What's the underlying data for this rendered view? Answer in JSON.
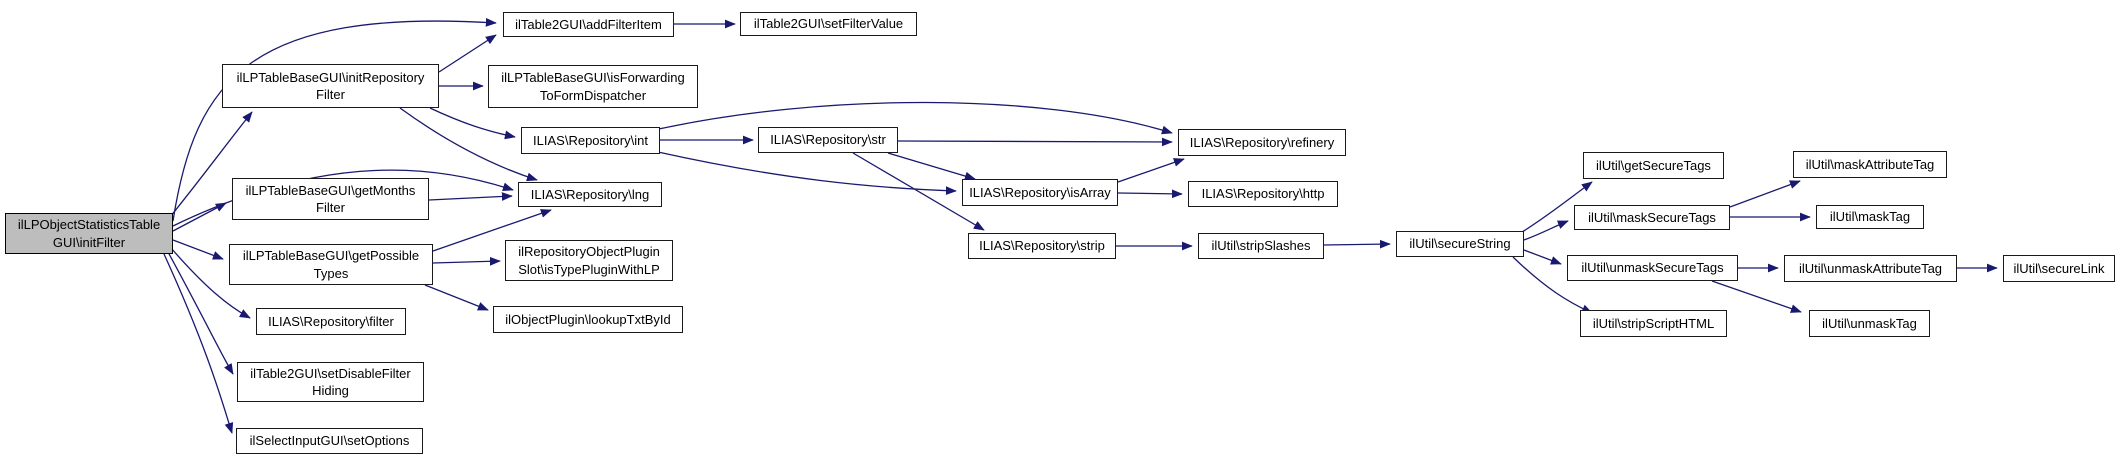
{
  "graph": {
    "type": "call-graph",
    "background_color": "#ffffff",
    "edge_color": "#191970",
    "node_fill": "#ffffff",
    "root_node_fill": "#bdbdbd",
    "node_border_color": "#1a1a1a",
    "nodes": [
      {
        "id": "initFilter",
        "label": "ilLPObjectStatisticsTable\nGUI\\initFilter"
      },
      {
        "id": "addFilterItem",
        "label": "ilTable2GUI\\addFilterItem"
      },
      {
        "id": "setFilterValue",
        "label": "ilTable2GUI\\setFilterValue"
      },
      {
        "id": "initRepositoryFilter",
        "label": "ilLPTableBaseGUI\\initRepository\nFilter"
      },
      {
        "id": "isForwardingToFormDispatcher",
        "label": "ilLPTableBaseGUI\\isForwarding\nToFormDispatcher"
      },
      {
        "id": "int",
        "label": "ILIAS\\Repository\\int"
      },
      {
        "id": "str",
        "label": "ILIAS\\Repository\\str"
      },
      {
        "id": "refinery",
        "label": "ILIAS\\Repository\\refinery"
      },
      {
        "id": "lng",
        "label": "ILIAS\\Repository\\lng"
      },
      {
        "id": "getMonthsFilter",
        "label": "ilLPTableBaseGUI\\getMonths\nFilter"
      },
      {
        "id": "getPossibleTypes",
        "label": "ilLPTableBaseGUI\\getPossible\nTypes"
      },
      {
        "id": "isTypePluginWithLP",
        "label": "ilRepositoryObjectPlugin\nSlot\\isTypePluginWithLP"
      },
      {
        "id": "lookupTxtById",
        "label": "ilObjectPlugin\\lookupTxtById"
      },
      {
        "id": "filter",
        "label": "ILIAS\\Repository\\filter"
      },
      {
        "id": "setDisableFilterHiding",
        "label": "ilTable2GUI\\setDisableFilter\nHiding"
      },
      {
        "id": "setOptions",
        "label": "ilSelectInputGUI\\setOptions"
      },
      {
        "id": "isArray",
        "label": "ILIAS\\Repository\\isArray"
      },
      {
        "id": "http",
        "label": "ILIAS\\Repository\\http"
      },
      {
        "id": "strip",
        "label": "ILIAS\\Repository\\strip"
      },
      {
        "id": "stripSlashes",
        "label": "ilUtil\\stripSlashes"
      },
      {
        "id": "secureString",
        "label": "ilUtil\\secureString"
      },
      {
        "id": "getSecureTags",
        "label": "ilUtil\\getSecureTags"
      },
      {
        "id": "maskSecureTags",
        "label": "ilUtil\\maskSecureTags"
      },
      {
        "id": "unmaskSecureTags",
        "label": "ilUtil\\unmaskSecureTags"
      },
      {
        "id": "stripScriptHTML",
        "label": "ilUtil\\stripScriptHTML"
      },
      {
        "id": "maskAttributeTag",
        "label": "ilUtil\\maskAttributeTag"
      },
      {
        "id": "maskTag",
        "label": "ilUtil\\maskTag"
      },
      {
        "id": "unmaskAttributeTag",
        "label": "ilUtil\\unmaskAttributeTag"
      },
      {
        "id": "unmaskTag",
        "label": "ilUtil\\unmaskTag"
      },
      {
        "id": "secureLink",
        "label": "ilUtil\\secureLink"
      }
    ],
    "edges": [
      {
        "from": "initFilter",
        "to": "addFilterItem"
      },
      {
        "from": "initFilter",
        "to": "initRepositoryFilter"
      },
      {
        "from": "initFilter",
        "to": "lng"
      },
      {
        "from": "initFilter",
        "to": "getMonthsFilter"
      },
      {
        "from": "initFilter",
        "to": "getPossibleTypes"
      },
      {
        "from": "initFilter",
        "to": "filter"
      },
      {
        "from": "initFilter",
        "to": "setDisableFilterHiding"
      },
      {
        "from": "initFilter",
        "to": "setOptions"
      },
      {
        "from": "initRepositoryFilter",
        "to": "addFilterItem"
      },
      {
        "from": "initRepositoryFilter",
        "to": "isForwardingToFormDispatcher"
      },
      {
        "from": "initRepositoryFilter",
        "to": "int"
      },
      {
        "from": "initRepositoryFilter",
        "to": "lng"
      },
      {
        "from": "addFilterItem",
        "to": "setFilterValue"
      },
      {
        "from": "getMonthsFilter",
        "to": "lng"
      },
      {
        "from": "getPossibleTypes",
        "to": "lng"
      },
      {
        "from": "getPossibleTypes",
        "to": "isTypePluginWithLP"
      },
      {
        "from": "getPossibleTypes",
        "to": "lookupTxtById"
      },
      {
        "from": "int",
        "to": "str"
      },
      {
        "from": "int",
        "to": "refinery"
      },
      {
        "from": "int",
        "to": "isArray"
      },
      {
        "from": "str",
        "to": "refinery"
      },
      {
        "from": "str",
        "to": "isArray"
      },
      {
        "from": "str",
        "to": "strip"
      },
      {
        "from": "isArray",
        "to": "refinery"
      },
      {
        "from": "isArray",
        "to": "http"
      },
      {
        "from": "strip",
        "to": "stripSlashes"
      },
      {
        "from": "stripSlashes",
        "to": "secureString"
      },
      {
        "from": "secureString",
        "to": "getSecureTags"
      },
      {
        "from": "secureString",
        "to": "maskSecureTags"
      },
      {
        "from": "secureString",
        "to": "unmaskSecureTags"
      },
      {
        "from": "secureString",
        "to": "stripScriptHTML"
      },
      {
        "from": "maskSecureTags",
        "to": "maskAttributeTag"
      },
      {
        "from": "maskSecureTags",
        "to": "maskTag"
      },
      {
        "from": "unmaskSecureTags",
        "to": "unmaskAttributeTag"
      },
      {
        "from": "unmaskSecureTags",
        "to": "unmaskTag"
      },
      {
        "from": "unmaskAttributeTag",
        "to": "secureLink"
      }
    ]
  }
}
